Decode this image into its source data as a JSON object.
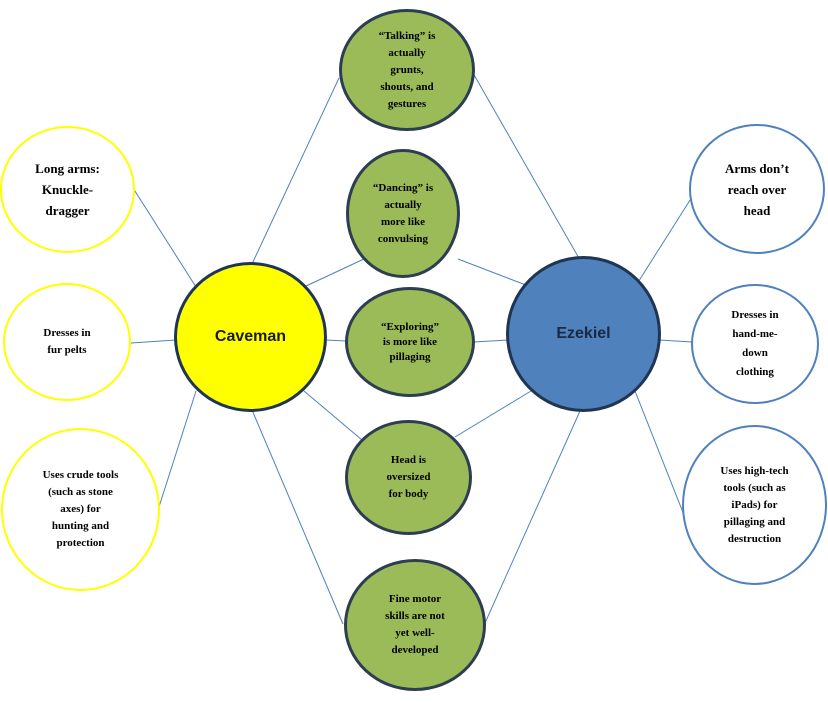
{
  "colors": {
    "caveman_fill": "#ffff00",
    "ezekiel_fill": "#4f81bd",
    "shared_fill": "#9bbb59",
    "caveman_outline": "#ffff00",
    "ezekiel_outline": "#4f81bd",
    "connector": "#4f81bd"
  },
  "hubs": {
    "caveman": "Caveman",
    "ezekiel": "Ezekiel"
  },
  "shared": [
    "“Talking” is\nactually\ngrunts,\nshouts, and\ngestures",
    "“Dancing” is\nactually\nmore like\nconvulsing",
    "“Exploring”\nis more like\npillaging",
    "Head  is\noversized\nfor body",
    "Fine motor\nskills are not\nyet well-\ndeveloped"
  ],
  "caveman_only": [
    "Long arms:\nKnuckle-\ndragger",
    "Dresses in\nfur pelts",
    "Uses crude tools\n(such as stone\naxes) for\nhunting and\nprotection"
  ],
  "ezekiel_only": [
    "Arms don’t\nreach over\nhead",
    "Dresses in\nhand-me-\ndown\nclothing",
    "Uses high-tech\ntools (such as\niPads) for\npillaging and\ndestruction"
  ]
}
